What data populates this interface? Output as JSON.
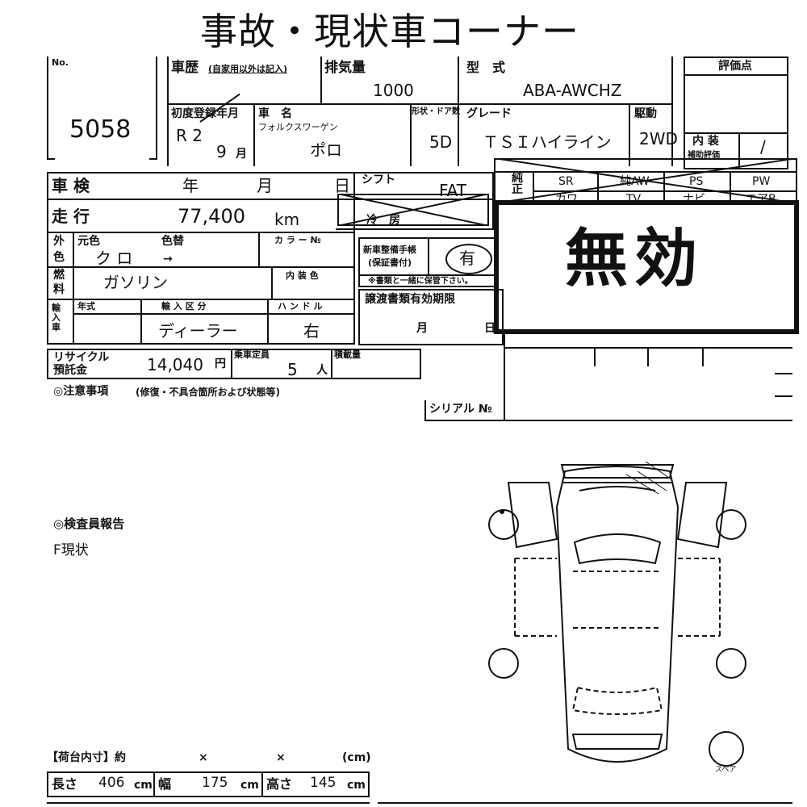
{
  "title": "事故・現状車コーナー",
  "lot": {
    "label": "No.",
    "number": "5058"
  },
  "history": {
    "label": "車歴",
    "note": "(自家用以外は記入)"
  },
  "displacement": {
    "label": "排気量",
    "value": "1000"
  },
  "model_type": {
    "label": "型　式",
    "value": "ABA-AWCHZ"
  },
  "score": {
    "label": "評価点"
  },
  "first_reg": {
    "label": "初度登録年月",
    "era": "R 2",
    "month_num": "9",
    "month_unit": "月"
  },
  "car_name": {
    "label": "車　名",
    "maker": "フォルクスワーゲン",
    "value": "ポロ"
  },
  "doors": {
    "label": "形状・ドア数",
    "value": "5D"
  },
  "grade": {
    "label": "グレード",
    "value": "ＴＳＩハイライン"
  },
  "drive": {
    "label": "駆動",
    "value": "2WD"
  },
  "interior_score": {
    "label": "内 装",
    "sub": "補助評価",
    "value": "/"
  },
  "inspection": {
    "label": "車 検",
    "year": "年",
    "month": "月",
    "day": "日"
  },
  "shift": {
    "label": "シフト",
    "value": "FAT"
  },
  "aircon": {
    "label": "冷　房"
  },
  "equip": {
    "label": "純正",
    "items": [
      "SR",
      "純AW",
      "PS",
      "PW"
    ],
    "items2": [
      "カワ",
      "TV",
      "ナビ",
      "エアB"
    ]
  },
  "mileage": {
    "label": "走 行",
    "value": "77,400",
    "unit": "km"
  },
  "stamp": "無効",
  "exterior": {
    "label1": "外",
    "label2": "色",
    "orig_label": "元色",
    "repaint_label": "色替",
    "value": "ク ロ",
    "arrow": "→"
  },
  "color_no": {
    "label": "カ ラ ー №"
  },
  "service_book": {
    "label": "新車整備手帳",
    "sub": "(保証書付)",
    "value": "有",
    "note": "※書類と一緒に保管下さい。"
  },
  "fuel": {
    "label1": "燃",
    "label2": "料",
    "value": "ガソリン"
  },
  "interior_color": {
    "label": "内 装 色"
  },
  "import": {
    "label": "輸入車",
    "year_label": "年式",
    "type_label": "輸 入 区 分",
    "type_value": "ディーラー",
    "handle_label": "ハ ン ド ル",
    "handle_value": "右"
  },
  "transfer": {
    "label": "譲渡書類有効期限",
    "month": "月",
    "day": "日"
  },
  "recycle": {
    "label": "リサイクル",
    "label2": "預託金",
    "value": "14,040",
    "unit": "円"
  },
  "capacity": {
    "label": "乗車定員",
    "value": "5",
    "unit": "人"
  },
  "load": {
    "label": "積載量"
  },
  "serial": {
    "label": "シリアル №"
  },
  "notes": {
    "label": "◎注意事項",
    "sub": "(修復・不具合箇所および状態等)"
  },
  "inspector": {
    "label": "◎検査員報告",
    "value": "F現状"
  },
  "cargo": {
    "label": "【荷台内寸】約",
    "x1": "×",
    "x2": "×",
    "unit": "(cm)"
  },
  "dims": {
    "length_label": "長さ",
    "length": "406",
    "width_label": "幅",
    "width": "175",
    "height_label": "高さ",
    "height": "145",
    "unit": "cm"
  },
  "spare": "スペア"
}
